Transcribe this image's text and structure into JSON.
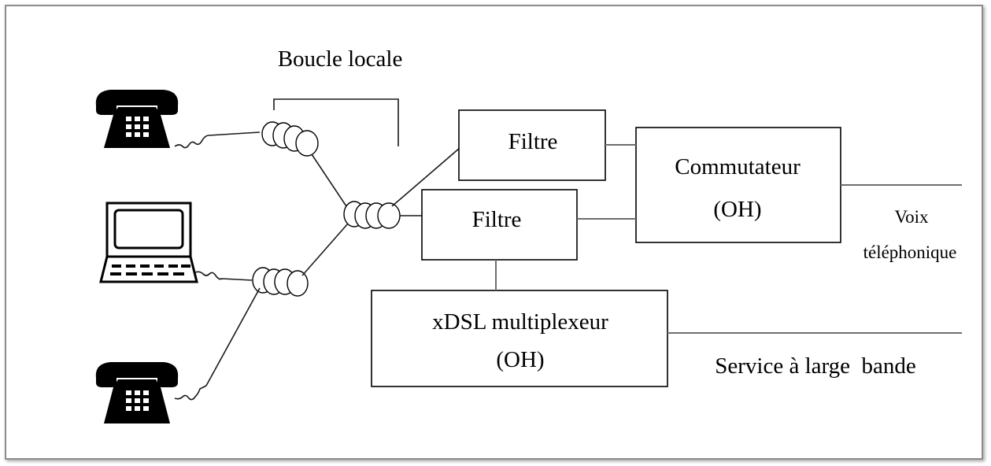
{
  "diagram": {
    "loop_label": "Boucle locale",
    "filter_top_label": "Filtre",
    "filter_bottom_label": "Filtre",
    "switch_line1": "Commutateur",
    "switch_line2": "(OH)",
    "mux_line1": "xDSL multiplexeur",
    "mux_line2": "(OH)",
    "voice_line1": "Voix",
    "voice_line2": "téléphonique",
    "broadband_label": "Service à large  bande",
    "icons": [
      "telephone-icon",
      "computer-icon",
      "telephone-icon"
    ]
  }
}
